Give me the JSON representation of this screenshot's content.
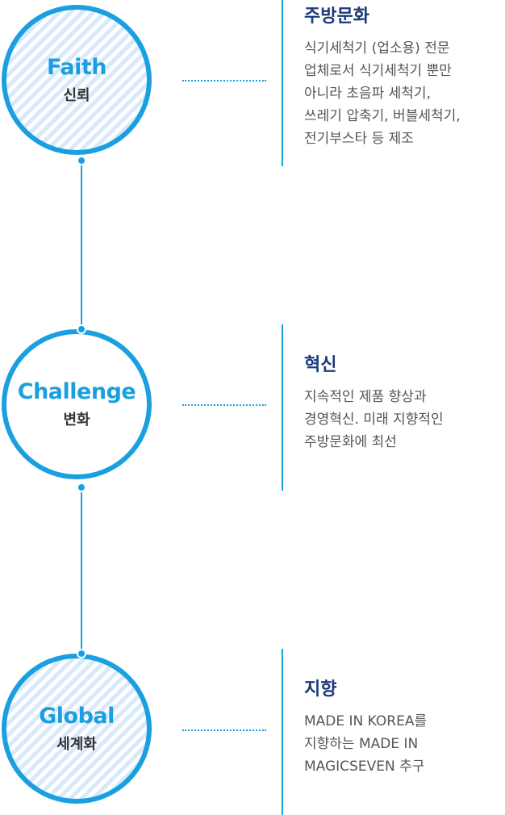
{
  "colors": {
    "accent": "#1a9fe0",
    "title_navy": "#1b3a7a",
    "stripe": "#d7e9fa",
    "body_text": "#555555"
  },
  "items": [
    {
      "circle_title": "Faith",
      "circle_subtitle": "신뢰",
      "heading": "주방문화",
      "lines": [
        "식기세척기 (업소용) 전문",
        "업체로서 식기세척기 뿐만",
        "아니라 초음파 세척기,",
        "쓰레기 압축기, 버블세척기,",
        "전기부스타 등 제조"
      ]
    },
    {
      "circle_title": "Challenge",
      "circle_subtitle": "변화",
      "heading": "혁신",
      "lines": [
        "지속적인 제품 향상과",
        "경영혁신. 미래 지향적인",
        "주방문화에 최선"
      ]
    },
    {
      "circle_title": "Global",
      "circle_subtitle": "세계화",
      "heading": "지향",
      "lines": [
        "MADE IN KOREA를",
        "지향하는 MADE IN",
        "MAGICSEVEN 추구"
      ]
    }
  ]
}
